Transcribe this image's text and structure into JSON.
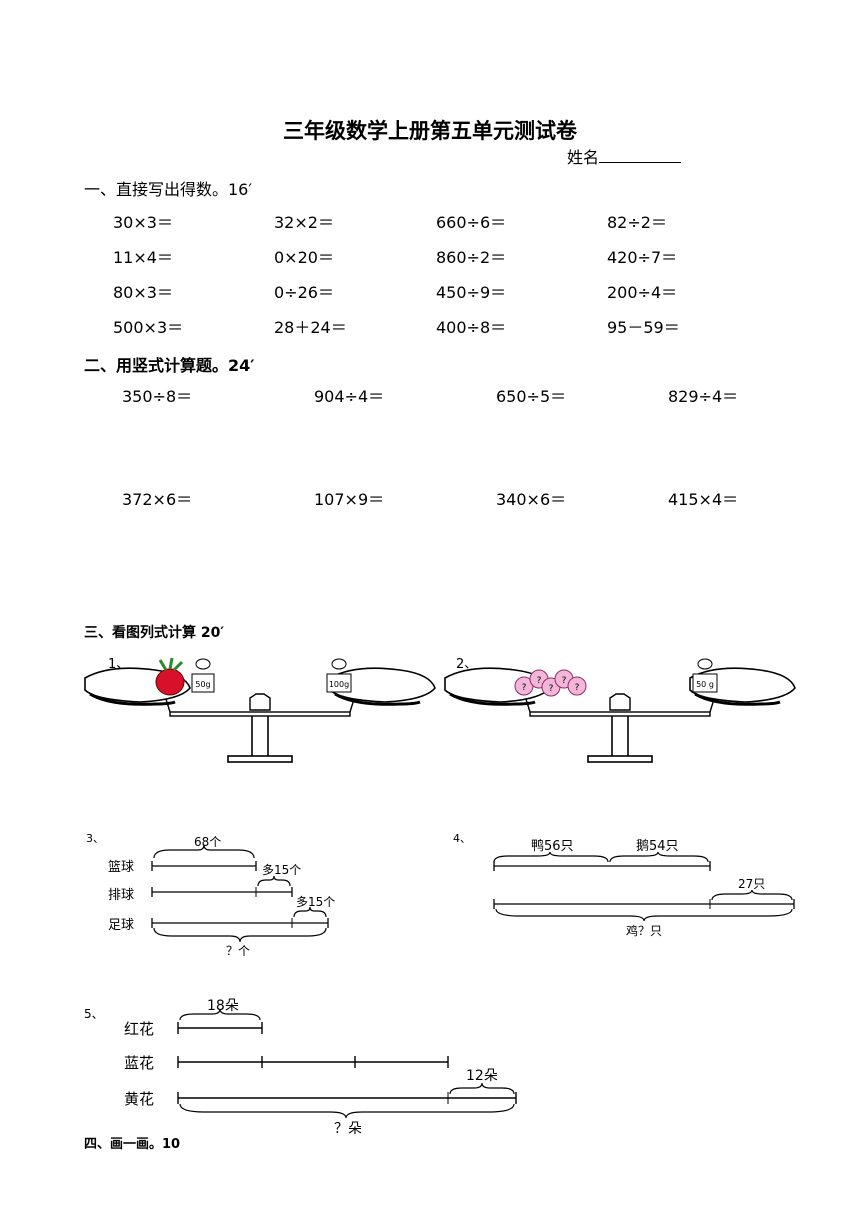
{
  "title": "三年级数学上册第五单元测试卷",
  "name_label": "姓名",
  "section1": {
    "heading": "一、直接写出得数。16′",
    "rows": [
      [
        "30×3＝",
        "32×2＝",
        "660÷6＝",
        "82÷2＝"
      ],
      [
        "11×4＝",
        "0×20＝",
        "860÷2＝",
        "420÷7＝"
      ],
      [
        "80×3＝",
        "0÷26＝",
        "450÷9＝",
        "200÷4＝"
      ],
      [
        "500×3＝",
        "28＋24＝",
        "400÷8＝",
        "95－59＝"
      ]
    ]
  },
  "section2": {
    "heading": "二、用竖式计算题。24′",
    "rows": [
      [
        "350÷8＝",
        "904÷4＝",
        "650÷5＝",
        "829÷4＝"
      ],
      [
        "372×6＝",
        "107×9＝",
        "340×6＝",
        "415×4＝"
      ]
    ]
  },
  "section3": {
    "heading": "三、看图列式计算 20′",
    "p1": {
      "num": "1、",
      "left_weight": "50g",
      "right_weight": "100g"
    },
    "p2": {
      "num": "2、",
      "right_weight": "50 g",
      "fruit_mark": "?"
    },
    "p3": {
      "num": "3、",
      "labels": [
        "篮球",
        "排球",
        "足球"
      ],
      "basket": "68个",
      "more1": "多15个",
      "more2": "多15个",
      "total": "？个"
    },
    "p4": {
      "num": "4、",
      "duck": "鸭56只",
      "goose": "鹅54只",
      "extra": "27只",
      "total": "鸡？只"
    },
    "p5": {
      "num": "5、",
      "labels": [
        "红花",
        "蓝花",
        "黄花"
      ],
      "red": "18朵",
      "extra": "12朵",
      "total": "？朵"
    }
  },
  "section4": {
    "heading": "四、画一画。10"
  }
}
